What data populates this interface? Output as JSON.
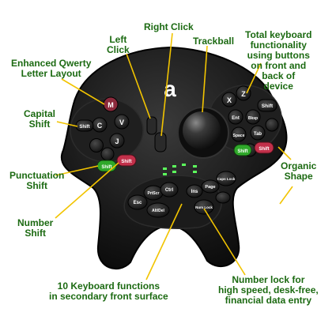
{
  "callouts": {
    "right_click": "Right Click",
    "left_click": [
      "Left",
      "Click"
    ],
    "trackball": "Trackball",
    "total_keyboard": [
      "Total keyboard",
      "functionality",
      "using buttons",
      "on front and",
      "back of",
      "device"
    ],
    "enhanced_qwerty": [
      "Enhanced Qwerty",
      "Letter Layout"
    ],
    "capital_shift": [
      "Capital",
      "Shift"
    ],
    "punctuation_shift": [
      "Punctuation",
      "Shift"
    ],
    "number_shift": [
      "Number",
      "Shift"
    ],
    "organic_shape": [
      "Organic",
      "Shape"
    ],
    "ten_keyboard_functions": [
      "10 Keyboard functions",
      "in secondary front surface"
    ],
    "number_lock": [
      "Number lock for",
      "high speed, desk-free,",
      "financial data entry"
    ]
  },
  "device": {
    "logo_glyph": "a",
    "keys": {
      "shift_left": "Shift",
      "shift_right": "Shift",
      "shift_green": "Shift",
      "shift_red": "Shift",
      "ctrl": "Ctrl",
      "alt_del": "Alt/Del",
      "prtscr": "PrtScr",
      "esc": "Esc",
      "enter": "Ent",
      "tab": "Tab",
      "space": "Space",
      "bksp": "Bksp",
      "caps_lock": "Caps Lock",
      "num_lock": "Num Lock",
      "ins": "Ins",
      "page": "Page",
      "x": "X",
      "z": "Z",
      "c": "C",
      "v": "V",
      "j": "J",
      "m": "M"
    }
  },
  "colors": {
    "label_green": "#1c6a12",
    "arrow_yellow": "#f2c400",
    "device_black": "#121212",
    "key_green": "#2fa82a",
    "key_red": "#c2304a",
    "led_green": "#5cff5c"
  }
}
